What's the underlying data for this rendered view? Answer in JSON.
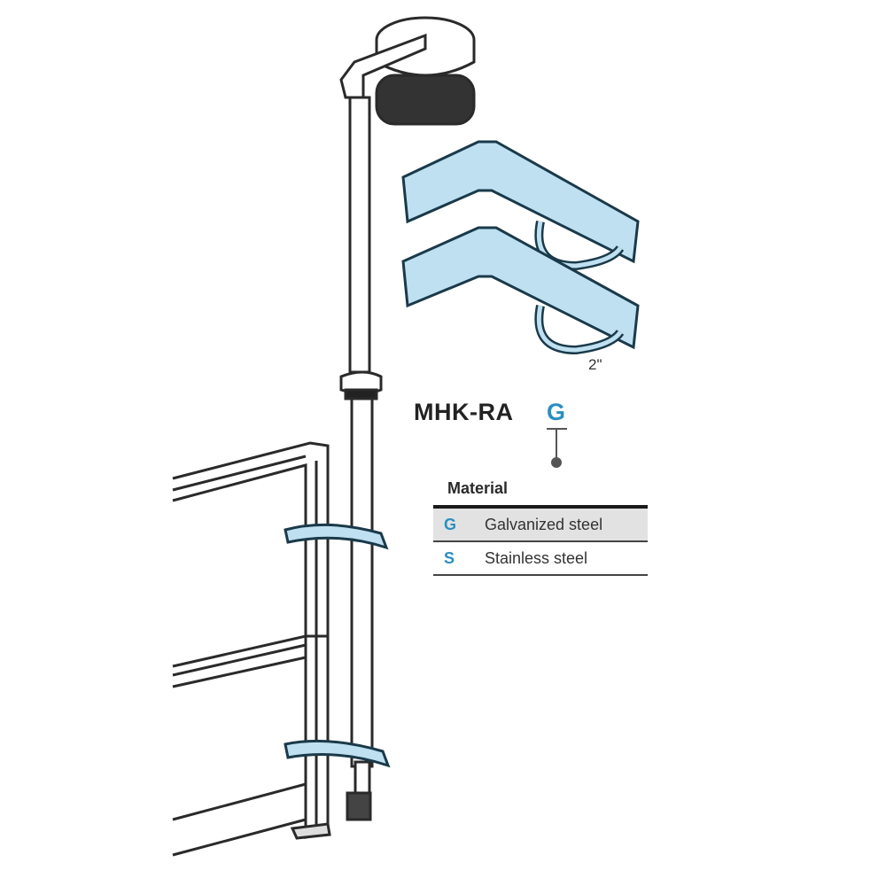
{
  "diagram": {
    "subject": "Rooftop anemometer mast mounted to handrail with right-angle brackets",
    "model": {
      "prefix": "MHK-RA",
      "option_code": "G"
    },
    "dimension_label": "2\"",
    "material_table": {
      "title": "Material",
      "rows": [
        {
          "code": "G",
          "label": "Galvanized steel",
          "highlighted": true
        },
        {
          "code": "S",
          "label": "Stainless steel",
          "highlighted": false
        }
      ]
    },
    "colors": {
      "bracket_fill": "#bfe0f0",
      "code_blue": "#2a8fc0",
      "line": "#2a2a2a",
      "row_highlight": "#e2e2e2"
    }
  }
}
